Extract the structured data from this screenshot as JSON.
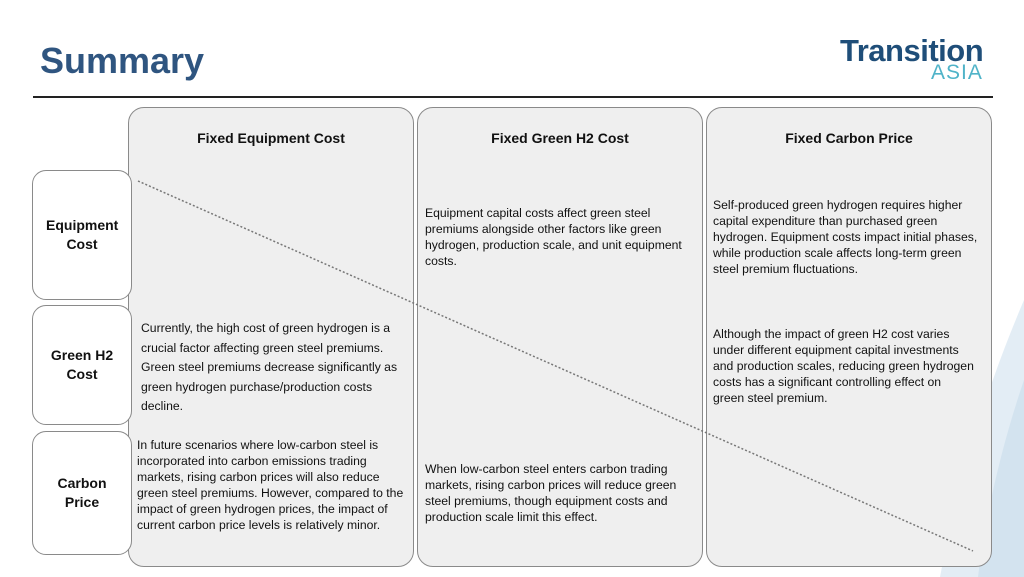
{
  "page": {
    "title": "Summary"
  },
  "logo": {
    "line1": "Transition",
    "line2": "ASIA"
  },
  "columns": [
    {
      "label": "Fixed Equipment Cost"
    },
    {
      "label": "Fixed Green H2 Cost"
    },
    {
      "label": "Fixed Carbon Price"
    }
  ],
  "rows": [
    {
      "label": "Equipment Cost"
    },
    {
      "label": "Green H2 Cost"
    },
    {
      "label": "Carbon Price"
    }
  ],
  "cells": {
    "equipment_h2": "Equipment capital costs affect green steel premiums alongside other factors like green hydrogen, production scale, and unit equipment costs.",
    "equipment_carbon": "Self-produced green hydrogen requires higher capital expenditure than purchased green hydrogen. Equipment costs impact initial phases, while production scale affects long-term green steel premium fluctuations.",
    "h2_equipment": "Currently, the high cost of green hydrogen is a crucial factor affecting green steel premiums. Green steel premiums decrease significantly as green hydrogen purchase/production costs decline.",
    "h2_carbon": "Although the impact of green H2 cost varies under different equipment capital investments and production scales, reducing green hydrogen costs has a significant controlling effect on green steel premium.",
    "carbon_equipment": "In future scenarios where low-carbon steel is incorporated into carbon emissions trading markets, rising carbon prices will also reduce green steel premiums. However, compared to the impact of green hydrogen prices, the impact of current carbon price levels is relatively minor.",
    "carbon_h2": "When low-carbon steel enters carbon trading markets, rising carbon prices will reduce green steel premiums, though equipment costs and production scale limit this effect."
  }
}
